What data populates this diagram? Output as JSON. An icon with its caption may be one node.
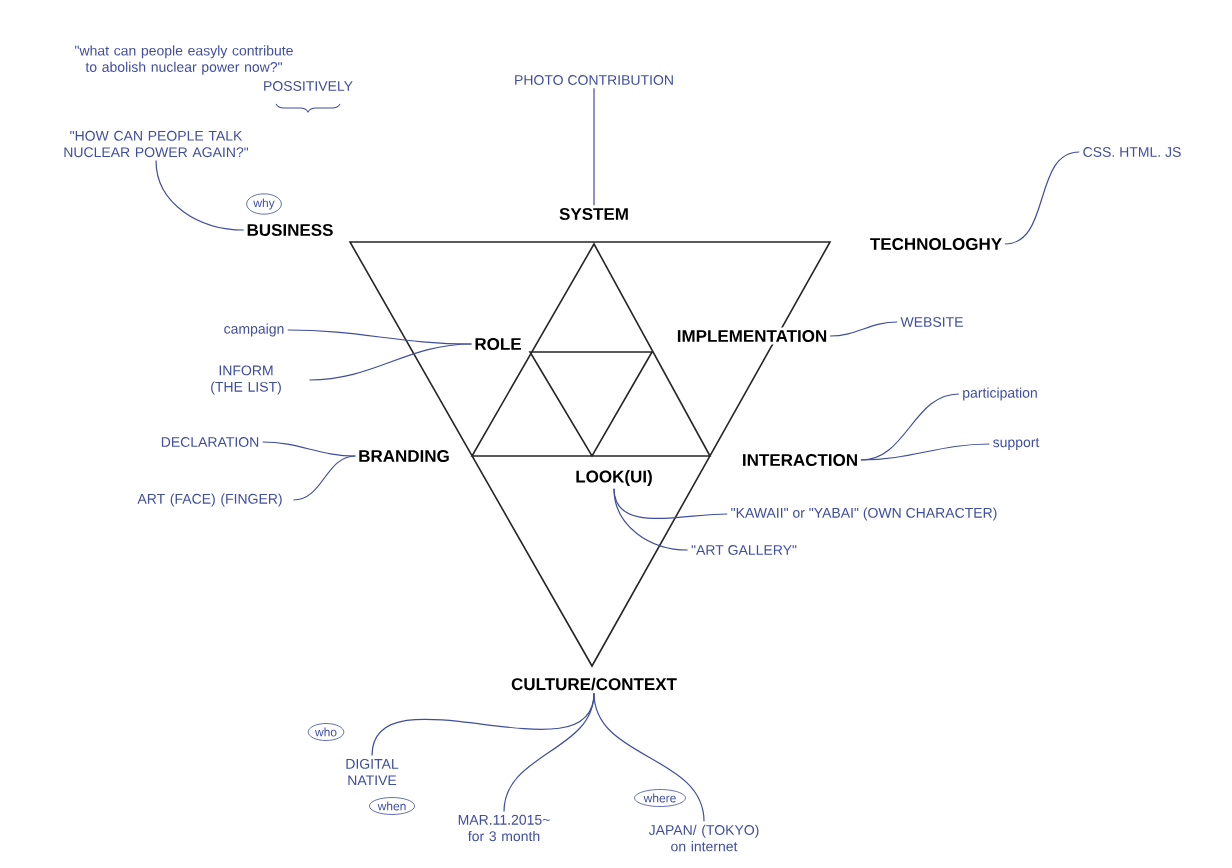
{
  "diagram": {
    "nodes": [
      {
        "text": [
          "SYSTEM"
        ]
      },
      {
        "text": [
          "BUSINESS"
        ]
      },
      {
        "text": [
          "TECHNOLOGHY"
        ]
      },
      {
        "text": [
          "ROLE"
        ]
      },
      {
        "text": [
          "IMPLEMENTATION"
        ]
      },
      {
        "text": [
          "BRANDING"
        ]
      },
      {
        "text": [
          "LOOK(UI)"
        ]
      },
      {
        "text": [
          "INTERACTION"
        ]
      },
      {
        "text": [
          "CULTURE/CONTEXT"
        ]
      },
      {
        "text": [
          "PHOTO CONTRIBUTION"
        ]
      },
      {
        "text": [
          "\"what can people easyly contribute to abolish nuclear power now?\""
        ]
      },
      {
        "text": [
          "\"HOW CAN PEOPLE TALK NUCLEAR POWER AGAIN?\""
        ]
      },
      {
        "text": [
          "why"
        ]
      },
      {
        "text": [
          "CSS. HTML. JS"
        ]
      },
      {
        "text": [
          "campaign"
        ]
      },
      {
        "text": [
          "INFORM (THE LIST)"
        ]
      },
      {
        "text": [
          "WEBSITE"
        ]
      },
      {
        "text": [
          "participation"
        ]
      },
      {
        "text": [
          "support"
        ]
      },
      {
        "text": [
          "DECLARATION"
        ]
      },
      {
        "text": [
          "ART (FACE) (FINGER)"
        ]
      },
      {
        "text": [
          "\"KAWAII\" or \"YABAI\" (OWN CHARACTER)"
        ]
      },
      {
        "text": [
          "\"ART GALLERY\""
        ]
      },
      {
        "text": [
          "who"
        ]
      },
      {
        "text": [
          "DIGITAL NATIVE"
        ]
      },
      {
        "text": [
          "when"
        ]
      },
      {
        "text": [
          "MAR.11.2015~ for 3 month"
        ]
      },
      {
        "text": [
          "where"
        ]
      },
      {
        "text": [
          "JAPAN/ (TOKYO) on internet"
        ]
      }
    ],
    "edges": [
      {
        "from": 9,
        "to": 0,
        "arrow": "none"
      },
      {
        "from": 11,
        "to": 1,
        "arrow": "none"
      },
      {
        "from": 13,
        "to": 2,
        "arrow": "none"
      },
      {
        "from": 14,
        "to": 3,
        "arrow": "none"
      },
      {
        "from": 15,
        "to": 3,
        "arrow": "none"
      },
      {
        "from": 16,
        "to": 4,
        "arrow": "none"
      },
      {
        "from": 17,
        "to": 7,
        "arrow": "none"
      },
      {
        "from": 18,
        "to": 7,
        "arrow": "none"
      },
      {
        "from": 19,
        "to": 5,
        "arrow": "none"
      },
      {
        "from": 20,
        "to": 5,
        "arrow": "none"
      },
      {
        "from": 21,
        "to": 6,
        "arrow": "none"
      },
      {
        "from": 22,
        "to": 6,
        "arrow": "none"
      },
      {
        "from": 8,
        "to": 24,
        "arrow": "none"
      },
      {
        "from": 8,
        "to": 26,
        "arrow": "none"
      },
      {
        "from": 8,
        "to": 28,
        "arrow": "none"
      }
    ],
    "labels": [
      "POSSITIVELY"
    ]
  }
}
